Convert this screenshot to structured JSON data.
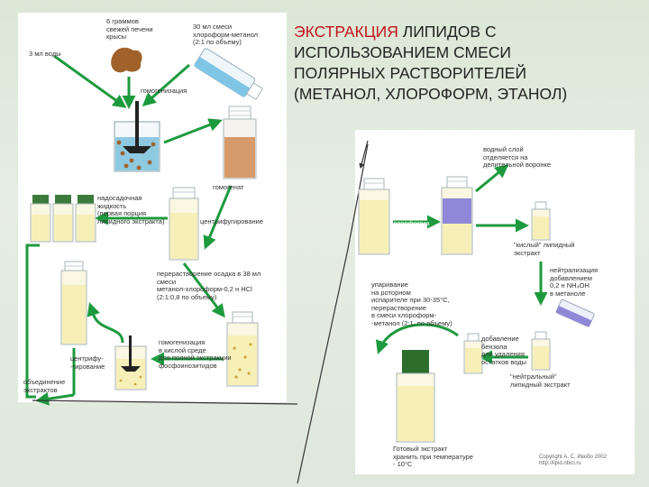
{
  "title": {
    "highlight": "ЭКСТРАКЦИЯ",
    "line1_rest": " ЛИПИДОВ С",
    "line2": "ИСПОЛЬЗОВАНИЕМ СМЕСИ",
    "line3": "ПОЛЯРНЫХ РАСТВОРИТЕЛЕЙ",
    "line4": "(МЕТАНОЛ, ХЛОРОФОРМ, ЭТАНОЛ)"
  },
  "left": {
    "water": "3 мл воды",
    "liver": "6 граммов\nсвежей печени\nкрысы",
    "solvent": "30 мл смеси\nхлороформ-метанол\n(2:1 по объему)",
    "homogenization": "гомогенизация",
    "homogenate": "гомогенат",
    "supernatant": "надосадочная\nжидкость\n(первая порция\nлипидного экстракта)",
    "centrifugation": "центрифугирование",
    "redissolve": "перерастворение осадка в 38 мл\nсмеси\nметанол-хлороформ-0,2 н HCl\n(2:1:0,8 по объему)",
    "centrifuge2": "центрифу-\n-гирование",
    "acid_homog": "гомогенизация\nв кислой среде\nдля полной экстракции\nфосфоинозитидов",
    "combine": "объединение\nэкстрактов"
  },
  "right": {
    "water_layer": "водный слой\nотделяется на\nделительной воронке",
    "add": "+ 20 мл воды\nводы\n\n+ 20 мл\nхлороформа",
    "acid_extract": "\"кислый\" липидный\nэкстракт",
    "neutralization": "нейтрализация\nдобавлением\n0,2 н NH₄OH\nв метаноле",
    "evaporation": "упаривание\nна роторном\nиспарителе при 30-35°С,\nперерастворение\nв смеси хлороформ-\n-метанол (2:1, по объему)",
    "benzene": "добавление\nбензола\nдля удаления\nостатков воды",
    "neutral_extract": "\"нейтральный\"\nлипидный экстракт",
    "final": "Готовый экстракт\nхранить при температуре\n- 10°С",
    "copyright": "Copyright А. С. Ивобо 2002\nhttp://lipid.nbicl.ru"
  },
  "colors": {
    "arrow": "#1e9a3e",
    "title_highlight": "#c4151c",
    "liver": "#a0622a",
    "homogenate": "#d79a6b",
    "chloroform_layer": "#8f88d8",
    "yellow_liquid": "#f6f0b8",
    "final_cap": "#2d6e2d"
  }
}
